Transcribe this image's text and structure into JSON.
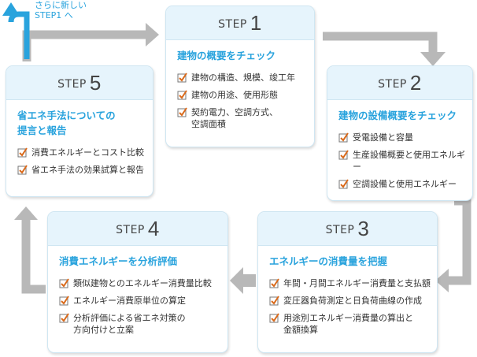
{
  "restart_note": "さらに新しい\nSTEP1 へ",
  "steps": [
    {
      "label": "STEP",
      "number": "1",
      "title": "建物の概要をチェック",
      "items": [
        "建物の構造、規模、竣工年",
        "建物の用途、使用形態",
        "契約電力、空調方式、\n空調面積"
      ]
    },
    {
      "label": "STEP",
      "number": "2",
      "title": "建物の設備概要をチェック",
      "items": [
        "受電設備と容量",
        "生産設備概要と使用エネルギー",
        "空調設備と使用エネルギー"
      ]
    },
    {
      "label": "STEP",
      "number": "3",
      "title": "エネルギーの消費量を把握",
      "items": [
        "年間・月間エネルギー消費量と支払額",
        "変圧器負荷測定と日負荷曲線の作成",
        "用途別エネルギー消費量の算出と\n金額換算"
      ]
    },
    {
      "label": "STEP",
      "number": "4",
      "title": "消費エネルギーを分析評価",
      "items": [
        "類似建物とのエネルギー消費量比較",
        "エネルギー消費原単位の算定",
        "分析評価による省エネ対策の\n方向付けと立案"
      ]
    },
    {
      "label": "STEP",
      "number": "5",
      "title": "省エネ手法についての\n提言と報告",
      "items": [
        "消費エネルギーとコスト比較",
        "省エネ手法の効果試算と報告"
      ]
    }
  ],
  "colors": {
    "accent": "#29a3dd",
    "arrow": "#b8b8b8",
    "header_bg": "#e6f4fc",
    "check": "#d9691a"
  }
}
